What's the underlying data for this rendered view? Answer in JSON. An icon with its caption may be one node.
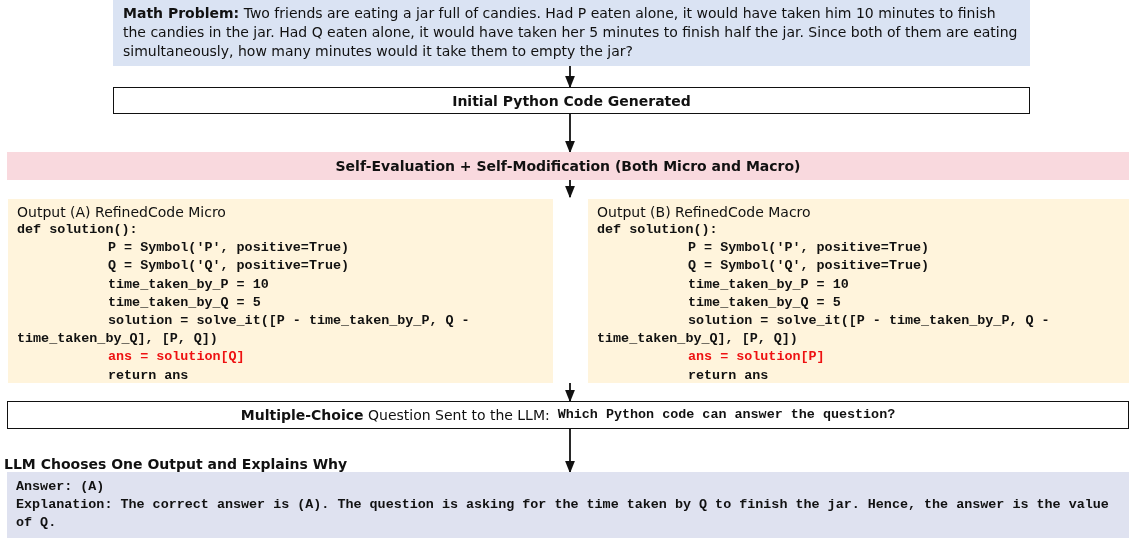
{
  "diagram": {
    "nodes": [
      {
        "text": [
          "**Math Problem:** Two friends are eating a jar full of candies. Had P eaten alone, it would have taken him 10 minutes to finish the candies in the jar. Had Q eaten alone, it would have taken her 5 minutes to finish half the jar. Since both of them are eating simultaneously, how many minutes would it take them to empty the jar?"
        ]
      },
      {
        "text": [
          "Initial Python Code Generated"
        ]
      },
      {
        "text": [
          "Self-Evaluation + Self-Modification (Both Micro and Macro)"
        ]
      },
      {
        "text": [
          "Output (A) RefinedCode Micro",
          "def solution():",
          "P = Symbol('P', positive=True)",
          "Q = Symbol('Q', positive=True)",
          "time_taken_by_P = 10",
          "time_taken_by_Q = 5",
          "solution = solve_it([P - time_taken_by_P, Q - time_taken_by_Q], [P, Q])",
          "ans = solution[Q]",
          "return ans"
        ]
      },
      {
        "text": [
          "Output (B) RefinedCode Macro",
          "def solution():",
          "P = Symbol('P', positive=True)",
          "Q = Symbol('Q', positive=True)",
          "time_taken_by_P = 10",
          "time_taken_by_Q = 5",
          "solution = solve_it([P - time_taken_by_P, Q - time_taken_by_Q], [P, Q])",
          "ans = solution[P]",
          "return ans"
        ]
      },
      {
        "text": [
          "**Multiple-Choice** Question Sent to the LLM:",
          "Which Python code can answer the question?"
        ]
      },
      {
        "text": [
          "LLM Chooses One Output and Explains Why",
          "Answer: (A)",
          "Explanation: The correct answer is (A). The question is asking for the time taken by Q to finish the jar. Hence, the answer is the value of Q."
        ]
      }
    ],
    "edges": [
      {
        "from": 0,
        "to": 1,
        "arrow": "to"
      },
      {
        "from": 1,
        "to": 2,
        "arrow": "to"
      },
      {
        "from": 2,
        "to": null,
        "arrow": "to"
      },
      {
        "from": null,
        "to": 5,
        "arrow": "to"
      },
      {
        "from": 5,
        "to": 6,
        "arrow": "to"
      }
    ]
  }
}
